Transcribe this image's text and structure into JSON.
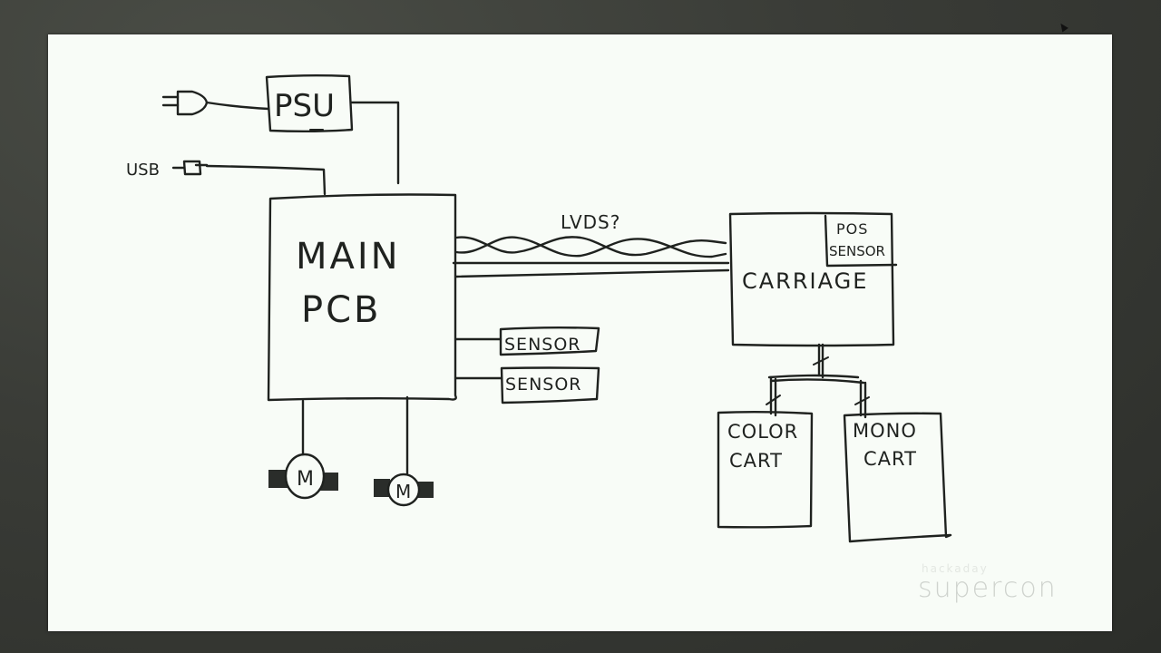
{
  "board": {
    "background_color": "#f8fcf7",
    "ink_color": "#1f221f"
  },
  "diagram": {
    "power_plug": {
      "icon": "power-plug-icon"
    },
    "psu": {
      "label": "PSU"
    },
    "usb": {
      "label": "USB",
      "icon": "usb-connector-icon"
    },
    "main_pcb": {
      "line1": "MAIN",
      "line2": "PCB"
    },
    "lvds_link": {
      "label": "LVDS?"
    },
    "sensors": [
      {
        "label": "SENSOR"
      },
      {
        "label": "SENSOR"
      }
    ],
    "carriage": {
      "label": "CARRIAGE",
      "pos_sensor_line1": "POS",
      "pos_sensor_line2": "SENSOR"
    },
    "cartridges": [
      {
        "line1": "COLOR",
        "line2": "CART"
      },
      {
        "line1": "MONO",
        "line2": "CART"
      }
    ],
    "motors": [
      {
        "label": "M"
      },
      {
        "label": "M"
      }
    ]
  },
  "watermark": {
    "top": "hackaday",
    "main": "supercon"
  }
}
